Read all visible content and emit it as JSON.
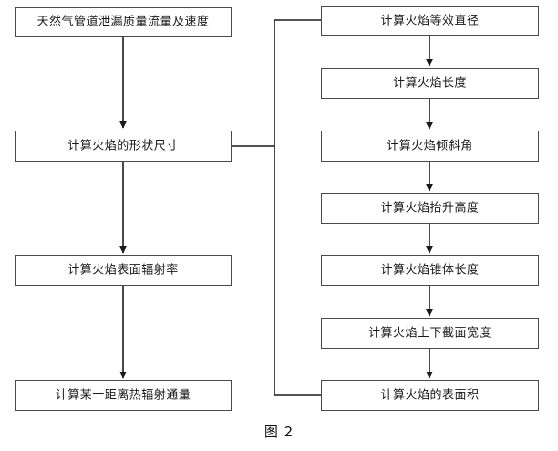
{
  "figure": {
    "caption": "图 2",
    "colors": {
      "box_border": "#4a4a4a",
      "connector": "#1a1a1a",
      "background": "#ffffff",
      "text": "#1a1a1a"
    }
  },
  "left_column": {
    "nodes": [
      {
        "id": "leak-mass-flow",
        "label": "天然气管道泄漏质量流量及速度"
      },
      {
        "id": "flame-shape-size",
        "label": "计算火焰的形状尺寸"
      },
      {
        "id": "flame-surface-emissivity",
        "label": "计算火焰表面辐射率"
      },
      {
        "id": "thermal-radiation-flux",
        "label": "计算某一距离热辐射通量"
      }
    ]
  },
  "right_column": {
    "nodes": [
      {
        "id": "flame-equivalent-diameter",
        "label": "计算火焰等效直径"
      },
      {
        "id": "flame-length",
        "label": "计算火焰长度"
      },
      {
        "id": "flame-tilt-angle",
        "label": "计算火焰倾斜角"
      },
      {
        "id": "flame-lift-height",
        "label": "计算火焰抬升高度"
      },
      {
        "id": "flame-cone-length",
        "label": "计算火焰锥体长度"
      },
      {
        "id": "flame-section-width",
        "label": "计算火焰上下截面宽度"
      },
      {
        "id": "flame-surface-area",
        "label": "计算火焰的表面积"
      }
    ]
  },
  "connectors": [
    {
      "id": "leak-to-shape",
      "from": "leak-mass-flow",
      "to": "flame-shape-size",
      "kind": "arrow-down"
    },
    {
      "id": "shape-to-emissivity",
      "from": "flame-shape-size",
      "to": "flame-surface-emissivity",
      "kind": "arrow-down"
    },
    {
      "id": "emissivity-to-flux",
      "from": "flame-surface-emissivity",
      "to": "thermal-radiation-flux",
      "kind": "arrow-down"
    },
    {
      "id": "shape-to-equivalent-diameter",
      "from": "flame-shape-size",
      "to": "flame-equivalent-diameter",
      "kind": "elbow-right-up"
    },
    {
      "id": "equivalent-diameter-to-length",
      "from": "flame-equivalent-diameter",
      "to": "flame-length",
      "kind": "arrow-down"
    },
    {
      "id": "length-to-tilt",
      "from": "flame-length",
      "to": "flame-tilt-angle",
      "kind": "arrow-down"
    },
    {
      "id": "tilt-to-lift",
      "from": "flame-tilt-angle",
      "to": "flame-lift-height",
      "kind": "arrow-down"
    },
    {
      "id": "lift-to-cone",
      "from": "flame-lift-height",
      "to": "flame-cone-length",
      "kind": "arrow-down"
    },
    {
      "id": "cone-to-section-width",
      "from": "flame-cone-length",
      "to": "flame-section-width",
      "kind": "arrow-down"
    },
    {
      "id": "section-width-to-surface-area",
      "from": "flame-section-width",
      "to": "flame-surface-area",
      "kind": "arrow-down"
    },
    {
      "id": "surface-area-to-shape-feedback",
      "from": "flame-surface-area",
      "to": "flame-shape-size",
      "kind": "elbow-left-up"
    }
  ]
}
